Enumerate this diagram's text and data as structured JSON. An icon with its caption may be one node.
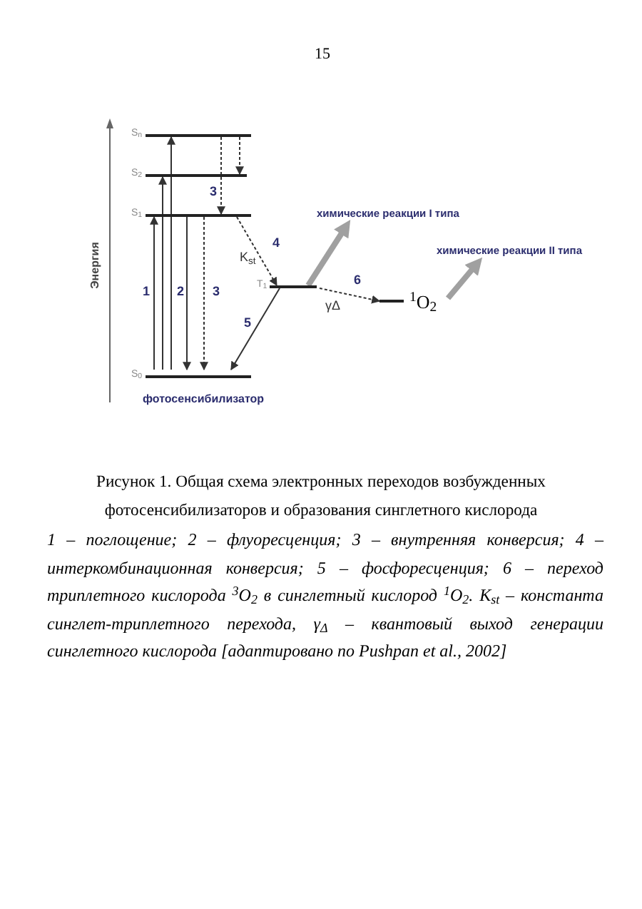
{
  "diagram": {
    "caption": "Рисунок 1.  Общая схема электронных переходов возбужденных фотосенсибилизаторов и образования синглетного кислорода",
    "nodes": [
      {
        "text": [
          "S$_{n}$"
        ]
      },
      {
        "text": [
          "S$_{2}$"
        ]
      },
      {
        "text": [
          "S$_{1}$"
        ]
      },
      {
        "text": [
          "T$_{1}$"
        ]
      },
      {
        "text": [
          "S$_{0}$"
        ]
      },
      {
        "text": [
          "$^{1}$O$_{2}$"
        ]
      },
      {
        "text": [
          "химические реакции I типа"
        ]
      },
      {
        "text": [
          "химические реакции II типа"
        ]
      }
    ],
    "edges": [
      {
        "from": 4,
        "to": 2,
        "arrow": "to",
        "label": "1"
      },
      {
        "from": 4,
        "to": 1,
        "arrow": "to"
      },
      {
        "from": 4,
        "to": 0,
        "arrow": "to"
      },
      {
        "from": 2,
        "to": 4,
        "arrow": "to",
        "label": "2"
      },
      {
        "from": 2,
        "to": 4,
        "arrow": "to",
        "label": "3",
        "style": "dashed"
      },
      {
        "from": 0,
        "to": 2,
        "arrow": "to",
        "label": "3",
        "style": "dashed"
      },
      {
        "from": 0,
        "to": 1,
        "arrow": "to",
        "style": "dashed"
      },
      {
        "from": 2,
        "to": 3,
        "arrow": "to",
        "label": "4",
        "style": "dashed"
      },
      {
        "from": 3,
        "to": 4,
        "arrow": "to",
        "label": "5"
      },
      {
        "from": 3,
        "to": 5,
        "arrow": "to",
        "label": "6",
        "style": "dashed"
      },
      {
        "from": 3,
        "to": 6,
        "arrow": "to",
        "style": "thick",
        "color": "#a0a0a0"
      },
      {
        "from": 5,
        "to": 7,
        "arrow": "to",
        "style": "thick",
        "color": "#a0a0a0"
      }
    ],
    "labels": [
      "15",
      "Энергия",
      "K$_{st}$",
      "γΔ",
      "фотосенсибилизатор",
      "1 – поглощение; 2 – флуоресценция; 3 – внутренняя конверсия; 4 – интеркомбинационная конверсия; 5 – фосфоресценция; 6 – переход триплетного кислорода $^{3}$O$_{2}$ в синглетный кислород $^{1}$O$_{2}$. K$_{st}$ – константа синглет-триплетного перехода, γ$_{Δ}$ – квантовый выход генерации синглетного кислорода [адаптировано по Pushpan et al., 2002]"
    ]
  }
}
